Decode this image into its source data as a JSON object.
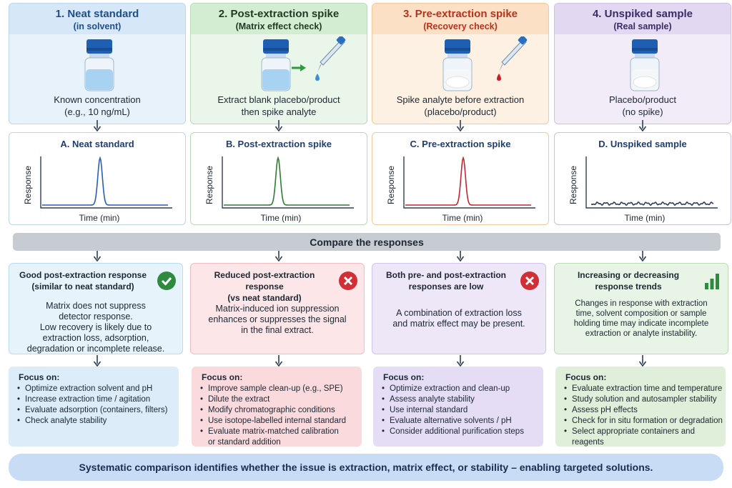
{
  "columns": [
    {
      "title": "1. Neat standard",
      "subtitle": "(in solvent)",
      "desc1": "Known concentration",
      "desc2": "(e.g., 10 ng/mL)",
      "chart_title": "A. Neat standard",
      "accent": "#1f6fb5",
      "bg": "#e8f2fb",
      "band": "#d6e8f8",
      "border": "#bcd6ee",
      "line": "#2a5fb0",
      "title_color": "#1f4e8a"
    },
    {
      "title": "2. Post-extraction spike",
      "subtitle": "(Matrix effect check)",
      "desc1": "Extract blank placebo/product",
      "desc2": "then spike analyte",
      "chart_title": "B. Post-extraction spike",
      "accent": "#2e8b3e",
      "bg": "#eaf6ea",
      "band": "#d3edd3",
      "border": "#b7dcb7",
      "line": "#2e7d32",
      "title_color": "#1d3a22"
    },
    {
      "title": "3. Pre-extraction spike",
      "subtitle": "(Recovery check)",
      "desc1": "Spike analyte before extraction",
      "desc2": "(placebo/product)",
      "chart_title": "C. Pre-extraction spike",
      "accent": "#e07a1f",
      "bg": "#fdf1e4",
      "band": "#fbe0c6",
      "border": "#f3c99c",
      "line": "#c0282d",
      "title_color": "#b8321c"
    },
    {
      "title": "4. Unspiked sample",
      "subtitle": "(Real sample)",
      "desc1": "Placebo/product",
      "desc2": "(no spike)",
      "chart_title": "D. Unspiked sample",
      "accent": "#7b5ea7",
      "bg": "#f1ecf8",
      "band": "#e2d8f2",
      "border": "#cfc1e6",
      "line": "#2d3e57",
      "title_color": "#3d2a66"
    }
  ],
  "axis": {
    "ylabel": "Response",
    "xlabel": "Time (min)"
  },
  "compare_label": "Compare the responses",
  "results": [
    {
      "title1": "Good post-extraction response",
      "title2": "(similar to neat standard)",
      "body": [
        "Matrix does not suppress",
        "detector response.",
        "Low recovery is likely due to",
        "extraction loss, adsorption,",
        "degradation or incomplete release."
      ],
      "icon": "check-icon",
      "bg": "#e6f3fb",
      "border": "#b9dcef"
    },
    {
      "title1": "Reduced post-extraction response",
      "title2": "(vs neat standard)",
      "body": [
        "Matrix-induced ion suppression",
        "enhances or suppresses the signal",
        "in the final extract."
      ],
      "icon": "error-icon",
      "bg": "#fce6e8",
      "border": "#f2bcc2"
    },
    {
      "title1": "Both pre- and post-extraction",
      "title2": "responses are low",
      "body": [
        "A combination of extraction loss",
        "and matrix effect may be present."
      ],
      "icon": "error-icon",
      "bg": "#ede7f8",
      "border": "#d0c4ea"
    },
    {
      "title1": "Increasing or decreasing",
      "title2": "response trends",
      "body": [
        "Changes in response with extraction",
        "time, solvent composition or sample",
        "holding time may indicate incomplete",
        "extraction or analyte instability."
      ],
      "icon": "bar-chart-icon",
      "bg": "#e8f5e6",
      "border": "#bddcb6"
    }
  ],
  "focus_label": "Focus on:",
  "focus": [
    {
      "bg": "#dcedf9",
      "items": [
        "Optimize extraction solvent and pH",
        "Increase extraction time / agitation",
        "Evaluate adsorption (containers, filters)",
        "Check analyte stability"
      ]
    },
    {
      "bg": "#fadadd",
      "items": [
        "Improve sample clean-up (e.g., SPE)",
        "Dilute the extract",
        "Modify chromatographic conditions",
        "Use isotope-labelled internal standard",
        "Evaluate matrix-matched calibration",
        "or standard addition"
      ]
    },
    {
      "bg": "#e4ddf5",
      "items": [
        "Optimize extraction and clean-up",
        "Assess analyte stability",
        "Use internal standard",
        "Evaluate alternative solvents / pH",
        "Consider additional purification steps"
      ]
    },
    {
      "bg": "#dfefd9",
      "items": [
        "Evaluate extraction time and temperature",
        "Study solution and autosampler stability",
        "Assess pH effects",
        "Check for in situ formation or degradation",
        "Select appropriate containers and reagents"
      ]
    }
  ],
  "footer": "Systematic comparison identifies whether the issue is extraction, matrix effect, or stability – enabling targeted solutions."
}
